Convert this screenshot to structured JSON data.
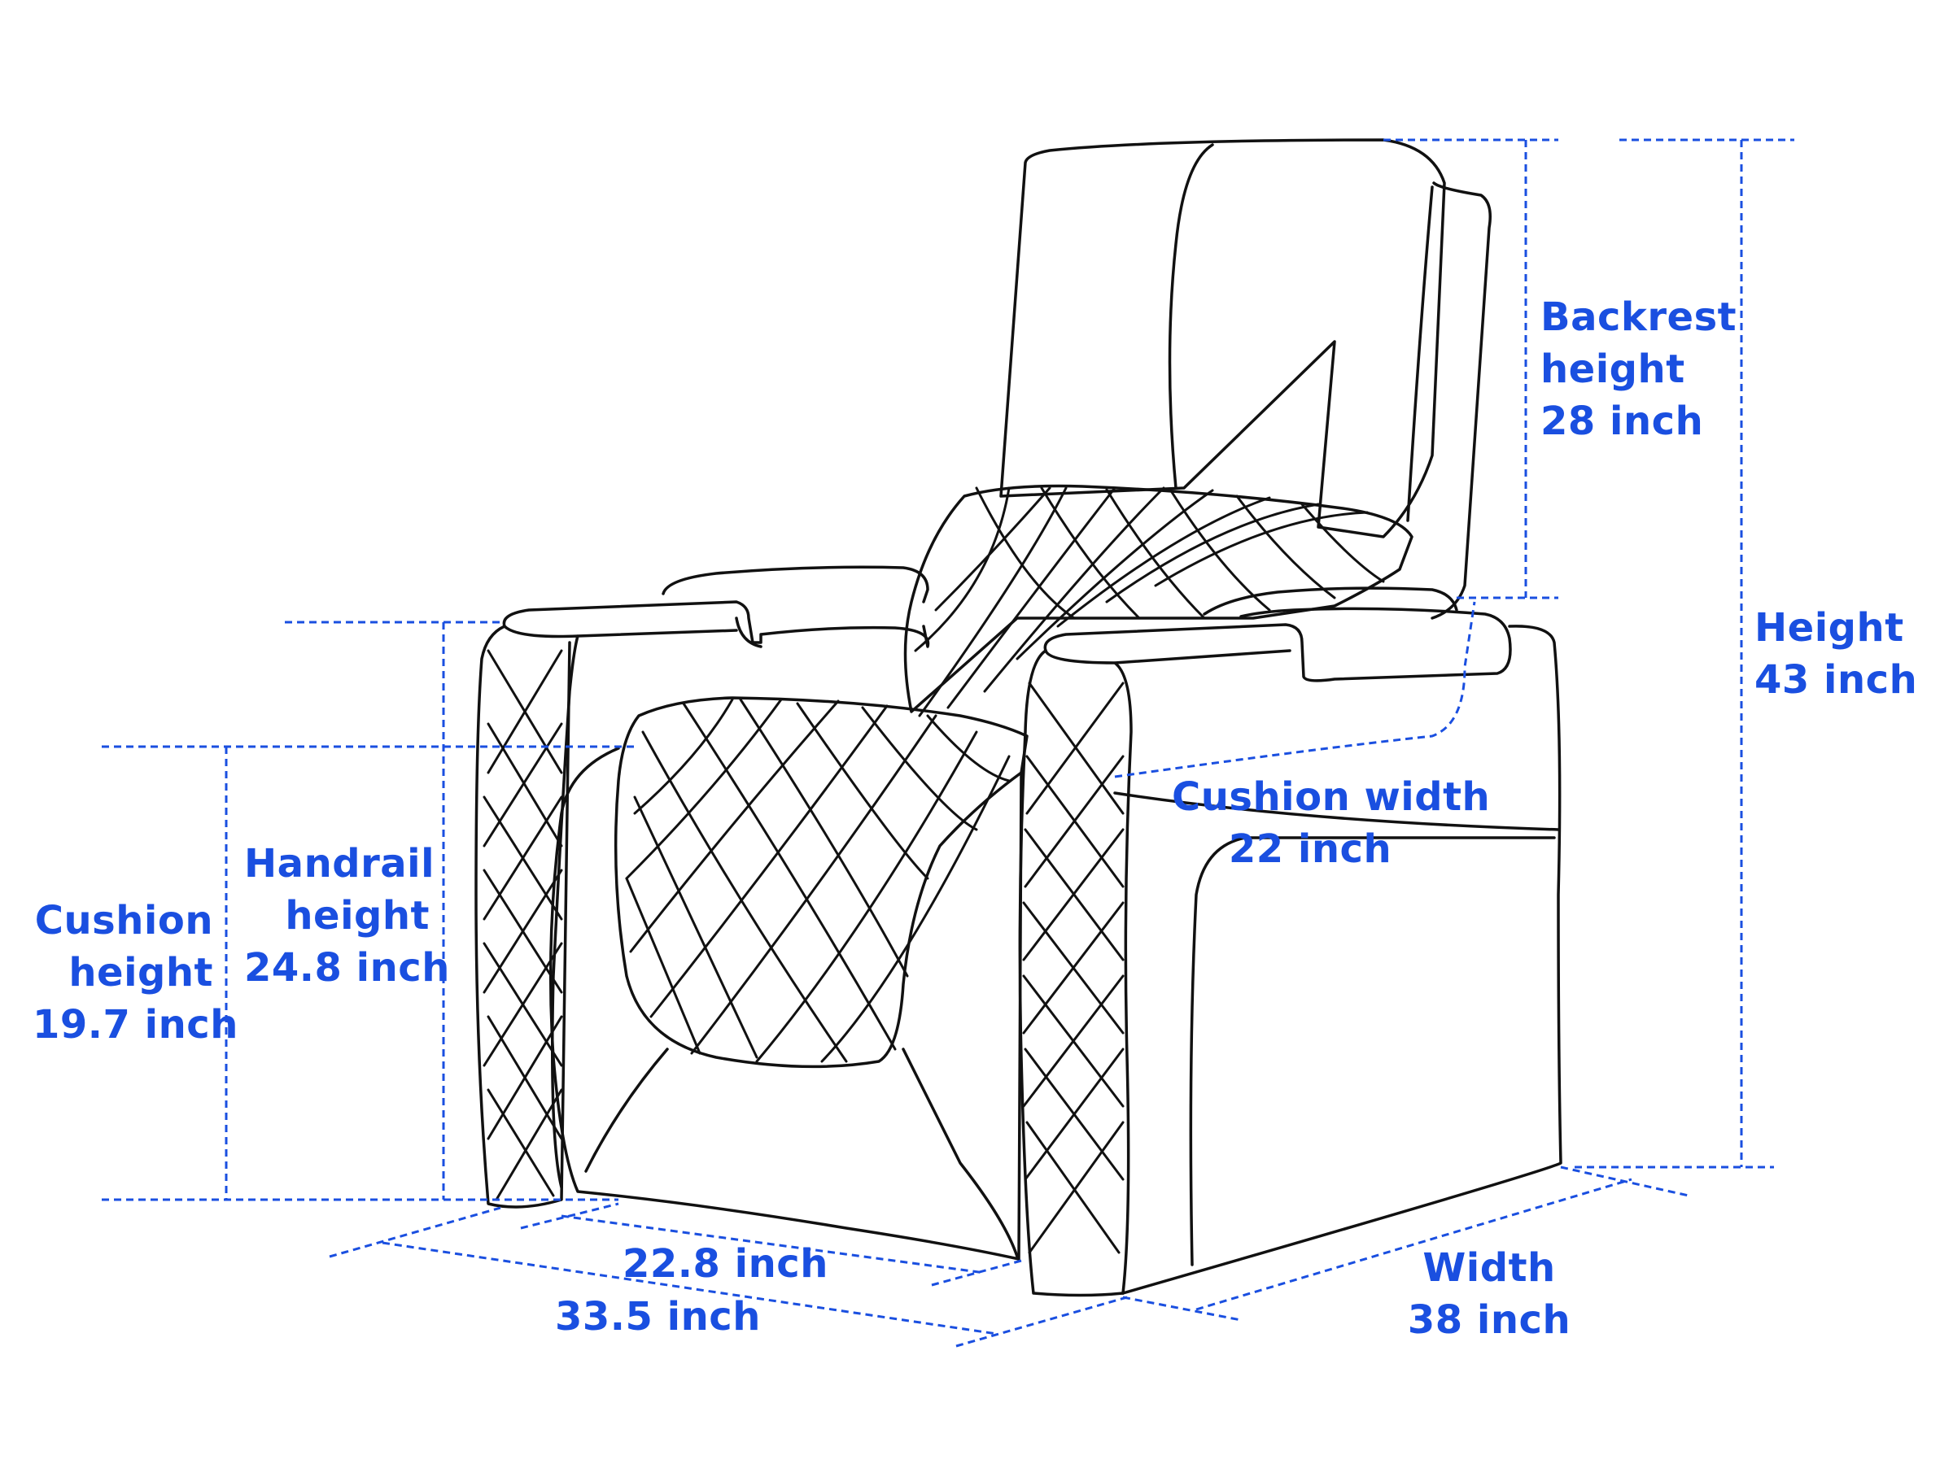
{
  "colors": {
    "dimension": "#1a4fe0",
    "outline": "#111111",
    "background": "#ffffff"
  },
  "labels": {
    "backrest": {
      "line1": "Backrest",
      "line2": "height",
      "line3": "28 inch"
    },
    "height": {
      "line1": "Height",
      "line2": "43 inch"
    },
    "cushion_width": {
      "line1": "Cushion width",
      "line2": "22 inch"
    },
    "handrail": {
      "line1": "Handrail",
      "line2": "height",
      "line3": "24.8 inch"
    },
    "cushion_height": {
      "line1": "Cushion",
      "line2": "height",
      "line3": "19.7 inch"
    },
    "depth_inner": {
      "value": "22.8 inch"
    },
    "depth_outer": {
      "value": "33.5 inch"
    },
    "width": {
      "line1": "Width",
      "line2": "38 inch"
    }
  }
}
